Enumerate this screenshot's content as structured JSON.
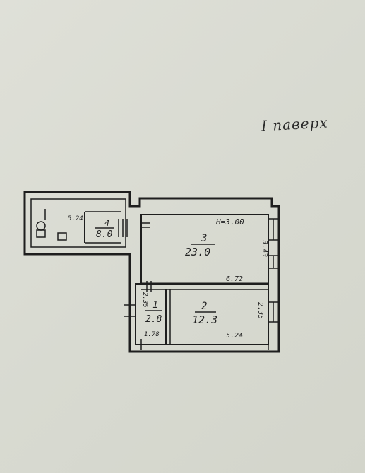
{
  "floor_label": "I паверх",
  "height_note": "H=3.00",
  "rooms": [
    {
      "number": "3",
      "area": "23.0",
      "dims": [
        "6.72",
        "3.43"
      ]
    },
    {
      "number": "2",
      "area": "12.3",
      "dims": [
        "5.24",
        "2.35"
      ]
    },
    {
      "number": "1",
      "area": "2.8",
      "dims": [
        "1.78",
        "2.35"
      ]
    },
    {
      "number": "4",
      "area": "8.0",
      "dims": [
        "5.24"
      ]
    }
  ]
}
